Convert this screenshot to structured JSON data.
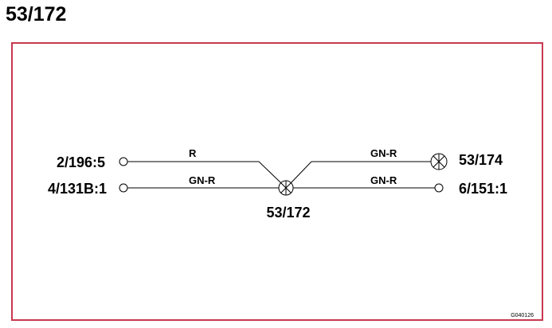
{
  "title": "53/172",
  "connectors": {
    "left_top": "2/196:5",
    "left_bottom": "4/131B:1",
    "center": "53/172",
    "right_top": "53/174",
    "right_bottom": "6/151:1"
  },
  "wires": {
    "left_top": "R",
    "left_bottom": "GN-R",
    "right_top": "GN-R",
    "right_bottom": "GN-R"
  },
  "figure_id": "G040126",
  "colors": {
    "frame": "#c8384f",
    "ink": "#000000"
  }
}
